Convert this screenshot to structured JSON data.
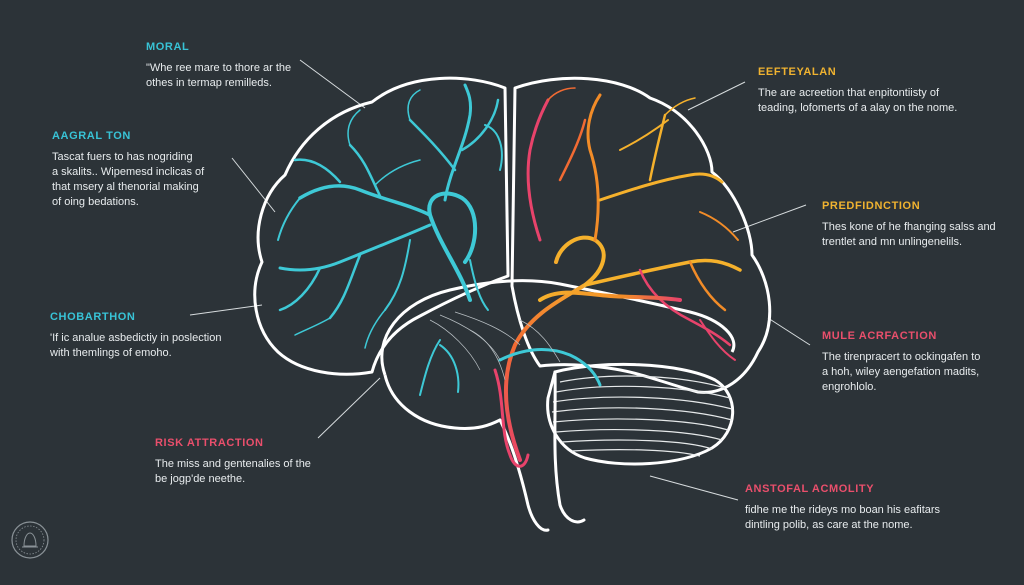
{
  "colors": {
    "background": "#2c3338",
    "outline": "#ffffff",
    "cyan": "#3ec9d6",
    "orange": "#f28c28",
    "pink": "#e8436b",
    "title_cyan": "#38c3d6",
    "title_yellow": "#f0b330",
    "title_pink": "#ea4f6c"
  },
  "labels": [
    {
      "id": "moral",
      "title": "MORAL",
      "desc": "\"Whe ree mare to thore ar the\nothes in termap remilleds.",
      "color": "title_cyan"
    },
    {
      "id": "aagral-ton",
      "title": "AAGRAL TON",
      "desc": "Tascat fuers to has nogriding\na skalits.. Wipemesd inclicas of\nthat msery al thenorial making\nof oing bedations.",
      "color": "title_cyan"
    },
    {
      "id": "chobarthon",
      "title": "CHOBARTHON",
      "desc": "'If ic analue asbedictiy in poslection\nwith themlings of emoho.",
      "color": "title_cyan"
    },
    {
      "id": "risk-attraction",
      "title": "RISK ATTRACTION",
      "desc": "The miss and gentenalies of the\nbe jogp'de neethe.",
      "color": "title_pink"
    },
    {
      "id": "eefteyalan",
      "title": "EEFTEYALAN",
      "desc": "The are acreetion that enpitontiisty of\nteading, lofomerts of a alay on the nome.",
      "color": "title_yellow"
    },
    {
      "id": "predfidnction",
      "title": "PREDFIDNCTION",
      "desc": "Thes kone of he fhanging salss and\ntrentlet and mn unlingenelils.",
      "color": "title_yellow"
    },
    {
      "id": "mule-acrfaction",
      "title": "MULE ACRFACTION",
      "desc": "The tirenpracert to ockingafen to\na hoh, wiley aengefation madits,\nengrohlolo.",
      "color": "title_pink"
    },
    {
      "id": "anstofal-acmolity",
      "title": "ANSTOFAL ACMOLITY",
      "desc": "fidhe me the rideys mo boan his eafitars\ndintling polib, as care at the nome.",
      "color": "title_pink"
    }
  ]
}
